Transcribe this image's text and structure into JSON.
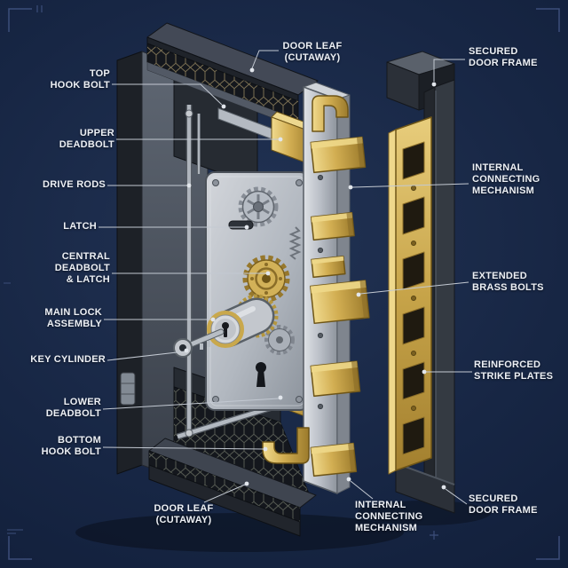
{
  "colors": {
    "background_navy": "#172644",
    "brass": "#c9a84c",
    "steel": "#b7bcc4",
    "dark_metal": "#2a2f37",
    "label_text": "#edf0f5",
    "leader_line": "#c3c9d2",
    "corner_mark": "#3c4e7a"
  },
  "labels": {
    "top": [
      {
        "id": "door-leaf-cutaway-top",
        "text": "DOOR LEAF\n(CUTAWAY)"
      },
      {
        "id": "secured-door-frame-top",
        "text": "SECURED\nDOOR FRAME"
      }
    ],
    "left": [
      {
        "id": "top-hook-bolt",
        "text": "TOP\nHOOK BOLT"
      },
      {
        "id": "upper-deadbolt",
        "text": "UPPER\nDEADBOLT"
      },
      {
        "id": "drive-rods",
        "text": "DRIVE RODS"
      },
      {
        "id": "latch",
        "text": "LATCH"
      },
      {
        "id": "central-deadbolt-latch",
        "text": "CENTRAL\nDEADBOLT\n& LATCH"
      },
      {
        "id": "main-lock-assembly",
        "text": "MAIN LOCK\nASSEMBLY"
      },
      {
        "id": "key-cylinder",
        "text": "KEY CYLINDER"
      },
      {
        "id": "lower-deadbolt",
        "text": "LOWER\nDEADBOLT"
      },
      {
        "id": "bottom-hook-bolt",
        "text": "BOTTOM\nHOOK BOLT"
      }
    ],
    "right": [
      {
        "id": "internal-connecting-mechanism-right",
        "text": "INTERNAL\nCONNECTING\nMECHANISM"
      },
      {
        "id": "extended-brass-bolts",
        "text": "EXTENDED\nBRASS BOLTS"
      },
      {
        "id": "reinforced-strike-plates",
        "text": "REINFORCED\nSTRIKE PLATES"
      }
    ],
    "bottom": [
      {
        "id": "door-leaf-cutaway-bottom",
        "text": "DOOR LEAF\n(CUTAWAY)"
      },
      {
        "id": "internal-connecting-mechanism-bottom",
        "text": "INTERNAL\nCONNECTING\nMECHANISM"
      },
      {
        "id": "secured-door-frame-bottom",
        "text": "SECURED\nDOOR FRAME"
      }
    ]
  }
}
